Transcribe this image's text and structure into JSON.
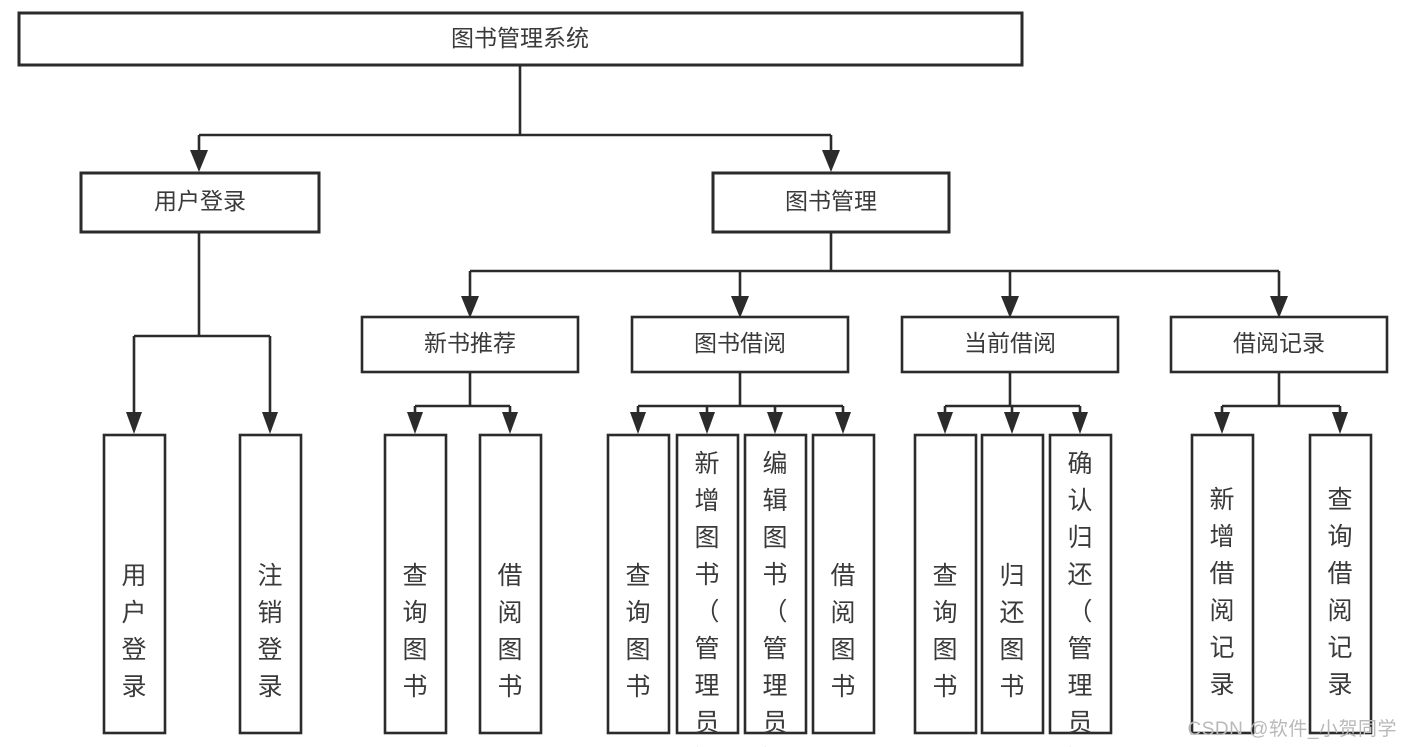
{
  "diagram": {
    "type": "tree-hierarchy-chart",
    "title": "图书管理系统",
    "root": {
      "id": "root",
      "label": "图书管理系统"
    },
    "level1": [
      {
        "id": "user-login",
        "label": "用户登录"
      },
      {
        "id": "book-manage",
        "label": "图书管理"
      }
    ],
    "level2": [
      {
        "id": "new-book-recommend",
        "label": "新书推荐",
        "parent": "book-manage"
      },
      {
        "id": "book-borrow",
        "label": "图书借阅",
        "parent": "book-manage"
      },
      {
        "id": "current-borrow",
        "label": "当前借阅",
        "parent": "book-manage"
      },
      {
        "id": "borrow-record",
        "label": "借阅记录",
        "parent": "book-manage"
      }
    ],
    "leaves": [
      {
        "id": "leaf-user-login",
        "label": "用户登录",
        "parent": "user-login"
      },
      {
        "id": "leaf-logout-login",
        "label": "注销登录",
        "parent": "user-login"
      },
      {
        "id": "leaf-query-book-1",
        "label": "查询图书",
        "parent": "new-book-recommend"
      },
      {
        "id": "leaf-borrow-book-1",
        "label": "借阅图书",
        "parent": "new-book-recommend"
      },
      {
        "id": "leaf-query-book-2",
        "label": "查询图书",
        "parent": "book-borrow"
      },
      {
        "id": "leaf-add-book",
        "label": "新增图书（管理员）",
        "parent": "book-borrow"
      },
      {
        "id": "leaf-edit-book",
        "label": "编辑图书（管理员）",
        "parent": "book-borrow"
      },
      {
        "id": "leaf-borrow-book-2",
        "label": "借阅图书",
        "parent": "book-borrow"
      },
      {
        "id": "leaf-query-book-3",
        "label": "查询图书",
        "parent": "current-borrow"
      },
      {
        "id": "leaf-return-book",
        "label": "归还图书",
        "parent": "current-borrow"
      },
      {
        "id": "leaf-confirm-return",
        "label": "确认归还（管理员）",
        "parent": "current-borrow"
      },
      {
        "id": "leaf-add-record",
        "label": "新增借阅记录",
        "parent": "borrow-record"
      },
      {
        "id": "leaf-query-record",
        "label": "查询借阅记录",
        "parent": "borrow-record"
      }
    ],
    "colors": {
      "stroke": "#2b2b2b",
      "fill": "#ffffff",
      "text": "#3a3a3a",
      "background": "#ffffff",
      "watermark": "#b9b9b9"
    }
  },
  "watermark": {
    "text": "CSDN @软件_小贺同学"
  }
}
